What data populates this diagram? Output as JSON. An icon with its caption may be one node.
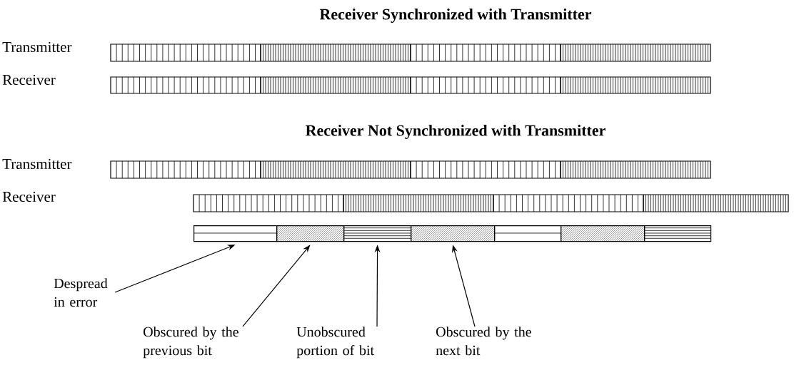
{
  "diagram": {
    "nodes": [
      {
        "text": [],
        "shape": "box"
      },
      {
        "text": [],
        "shape": "box"
      },
      {
        "text": [],
        "shape": "box"
      },
      {
        "text": [],
        "shape": "box"
      },
      {
        "text": [],
        "shape": "box"
      },
      {
        "text": [],
        "shape": "box"
      },
      {
        "text": [],
        "shape": "box"
      },
      {
        "text": [
          "Despread in error"
        ]
      },
      {
        "text": [
          "Obscured by the previous bit"
        ]
      },
      {
        "text": [
          "Unobscured portion of bit"
        ]
      },
      {
        "text": [
          "Obscured by the next bit"
        ]
      }
    ],
    "edges": [
      {
        "from": 7,
        "to": 0,
        "arrow": "to"
      },
      {
        "from": 8,
        "to": 1,
        "arrow": "to"
      },
      {
        "from": 9,
        "to": 2,
        "arrow": "to"
      },
      {
        "from": 10,
        "to": 3,
        "arrow": "to"
      }
    ],
    "labels": [
      "Receiver Synchronized with Transmitter",
      "Transmitter",
      "Receiver",
      "Receiver Not Synchronized with Transmitter",
      "Transmitter",
      "Receiver"
    ]
  }
}
